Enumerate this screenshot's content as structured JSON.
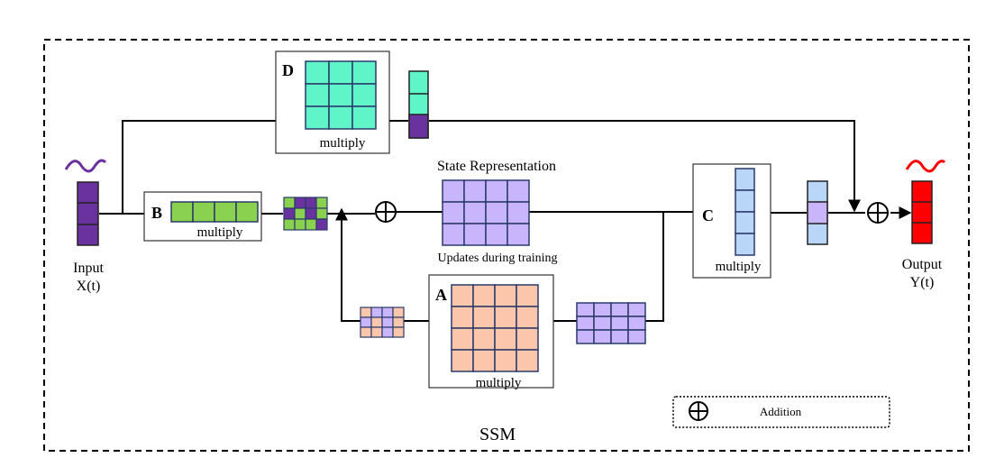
{
  "colors": {
    "purple": "#6a329f",
    "teal": "#5ff5c8",
    "green": "#8bd150",
    "lavender": "#c9b5fb",
    "salmon": "#fbc6ac",
    "lightblue": "#b9d5f7",
    "red": "#ff0000",
    "line": "#000000"
  },
  "diagram": {
    "frame_label": "SSM",
    "input": {
      "label": "Input",
      "sublabel": "X(t)"
    },
    "output": {
      "label": "Output",
      "sublabel": "Y(t)"
    },
    "state": {
      "title": "State Representation",
      "caption": "Updates during training"
    },
    "blocks": {
      "d": {
        "letter": "D",
        "op": "multiply"
      },
      "b": {
        "letter": "B",
        "op": "multiply"
      },
      "a": {
        "letter": "A",
        "op": "multiply"
      },
      "c": {
        "letter": "C",
        "op": "multiply"
      }
    },
    "legend": {
      "text": "Addition"
    }
  }
}
